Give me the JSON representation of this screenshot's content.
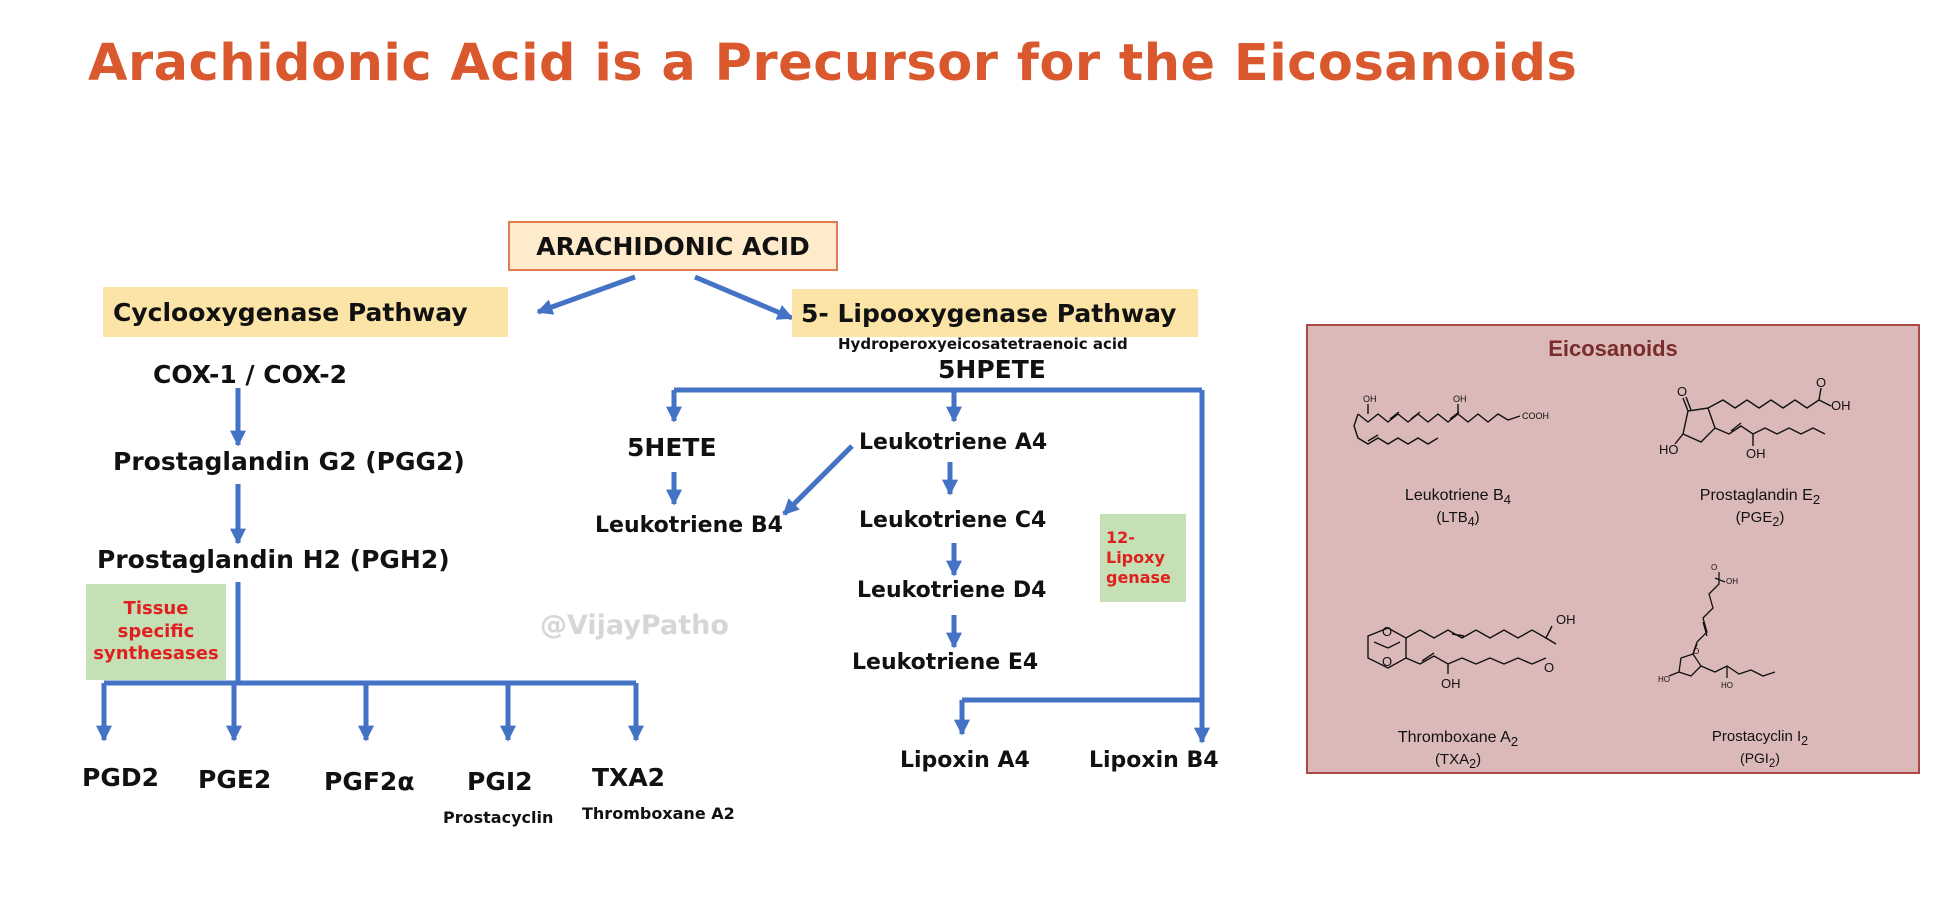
{
  "title": "Arachidonic Acid is a Precursor for the Eicosanoids",
  "flow": {
    "root": "ARACHIDONIC ACID",
    "cox": {
      "pathway": "Cyclooxygenase Pathway",
      "enzyme": "COX-1 / COX-2",
      "pgg2": "Prostaglandin G2 (PGG2)",
      "pgh2": "Prostaglandin H2 (PGH2)",
      "synthesases": "Tissue specific synthesases",
      "products": [
        {
          "label": "PGD2",
          "sub": ""
        },
        {
          "label": "PGE2",
          "sub": ""
        },
        {
          "label": "PGF2α",
          "sub": ""
        },
        {
          "label": "PGI2",
          "sub": "Prostacyclin"
        },
        {
          "label": "TXA2",
          "sub": "Thromboxane A2"
        }
      ]
    },
    "lox": {
      "pathway": "5- Lipooxygenase Pathway",
      "hpete_full": "Hydroperoxyeicosatetraenoic acid",
      "hpete": "5HPETE",
      "hete": "5HETE",
      "lta4": "Leukotriene A4",
      "ltb4": "Leukotriene B4",
      "ltc4": "Leukotriene C4",
      "ltd4": "Leukotriene D4",
      "lte4": "Leukotriene E4",
      "lipoxygenase12": "12- Lipoxy genase",
      "lipoxin_a4": "Lipoxin A4",
      "lipoxin_b4": "Lipoxin B4"
    },
    "watermark": "@VijayPatho"
  },
  "panel": {
    "title": "Eicosanoids",
    "molecules": [
      {
        "name": "Leukotriene B",
        "sub": "4",
        "abbr_pre": "(LTB",
        "abbr_sub": "4",
        "abbr_post": ")",
        "labels": [
          "OH",
          "OH",
          "COOH"
        ]
      },
      {
        "name": "Prostaglandin E",
        "sub": "2",
        "abbr_pre": "(PGE",
        "abbr_sub": "2",
        "abbr_post": ")",
        "labels": [
          "O",
          "O",
          "OH",
          "HO",
          "OH"
        ]
      },
      {
        "name": "Thromboxane A",
        "sub": "2",
        "abbr_pre": "(TXA",
        "abbr_sub": "2",
        "abbr_post": ")",
        "labels": [
          "O",
          "O",
          "OH",
          "O",
          "OH"
        ]
      },
      {
        "name": "Prostacyclin I",
        "sub": "2",
        "abbr_pre": "(PGI",
        "abbr_sub": "2",
        "abbr_post": ")",
        "labels": [
          "O",
          "OH",
          "O",
          "HO",
          "HO"
        ]
      }
    ]
  },
  "colors": {
    "title": "#D9582E",
    "arrow": "#4472C4",
    "pathway_box": "#FCE4A6",
    "root_box": "#FDEBCC",
    "root_border": "#E07B52",
    "enzyme_box": "#C5E0B4",
    "enzyme_text": "#E02020",
    "panel_bg": "#DBB9B9",
    "panel_border": "#A94848",
    "panel_title": "#7A2B2B"
  }
}
